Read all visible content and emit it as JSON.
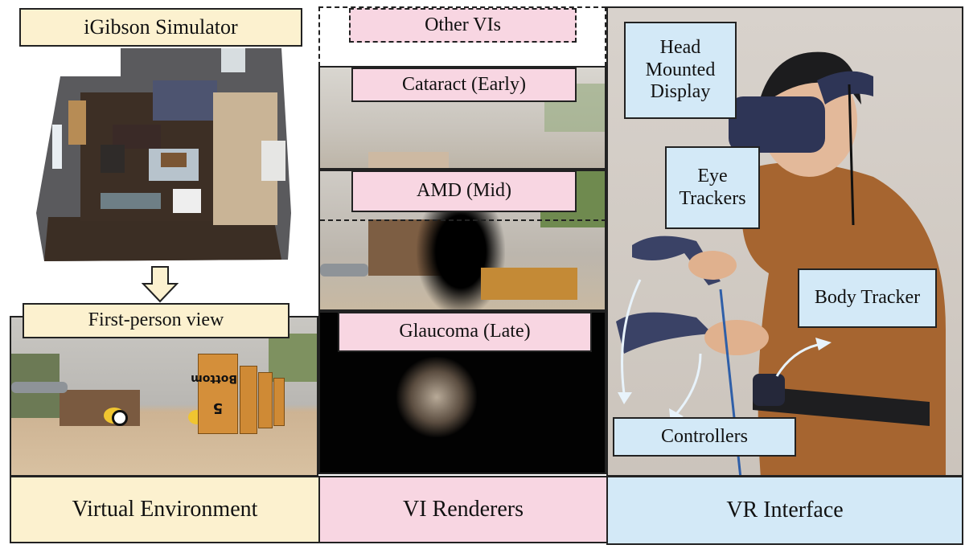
{
  "virtual_environment": {
    "simulator_label": "iGibson Simulator",
    "first_person_label": "First-person view",
    "block_text": "Bottom",
    "block_number": "5",
    "footer_label": "Virtual Environment"
  },
  "vi_renderers": {
    "other_label": "Other VIs",
    "panels": [
      {
        "label": "Cataract (Early)"
      },
      {
        "label": "AMD (Mid)"
      },
      {
        "label": "Glaucoma (Late)"
      }
    ],
    "footer_label": "VI Renderers"
  },
  "vr_interface": {
    "callouts": {
      "hmd": "Head Mounted Display",
      "eye": "Eye Trackers",
      "body": "Body Tracker",
      "controllers": "Controllers"
    },
    "footer_label": "VR Interface"
  },
  "colors": {
    "virtual_environment": "#fcf1cf",
    "vi_renderers": "#f8d6e2",
    "vr_interface": "#d3e9f7"
  }
}
